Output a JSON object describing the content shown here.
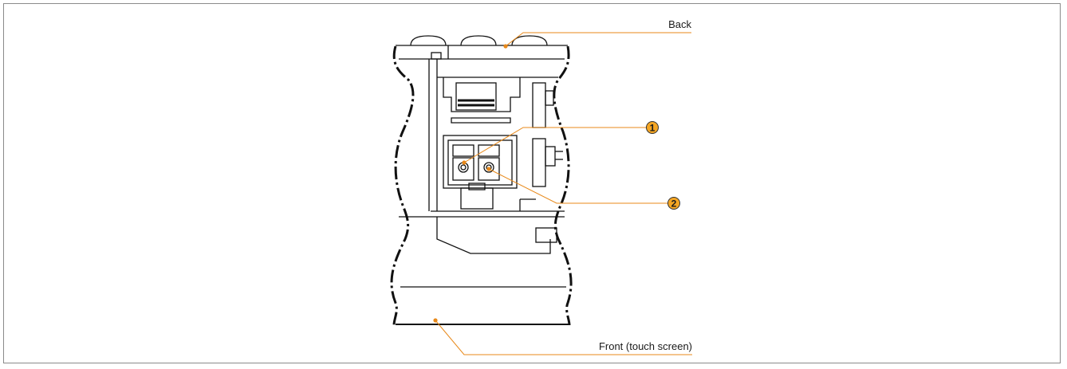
{
  "labels": {
    "back": "Back",
    "front": "Front (touch screen)"
  },
  "callouts": [
    {
      "number": "1"
    },
    {
      "number": "2"
    }
  ],
  "colors": {
    "leader": "#e8891a",
    "callout_fill": "#f5a623",
    "drawing": "#111111"
  }
}
